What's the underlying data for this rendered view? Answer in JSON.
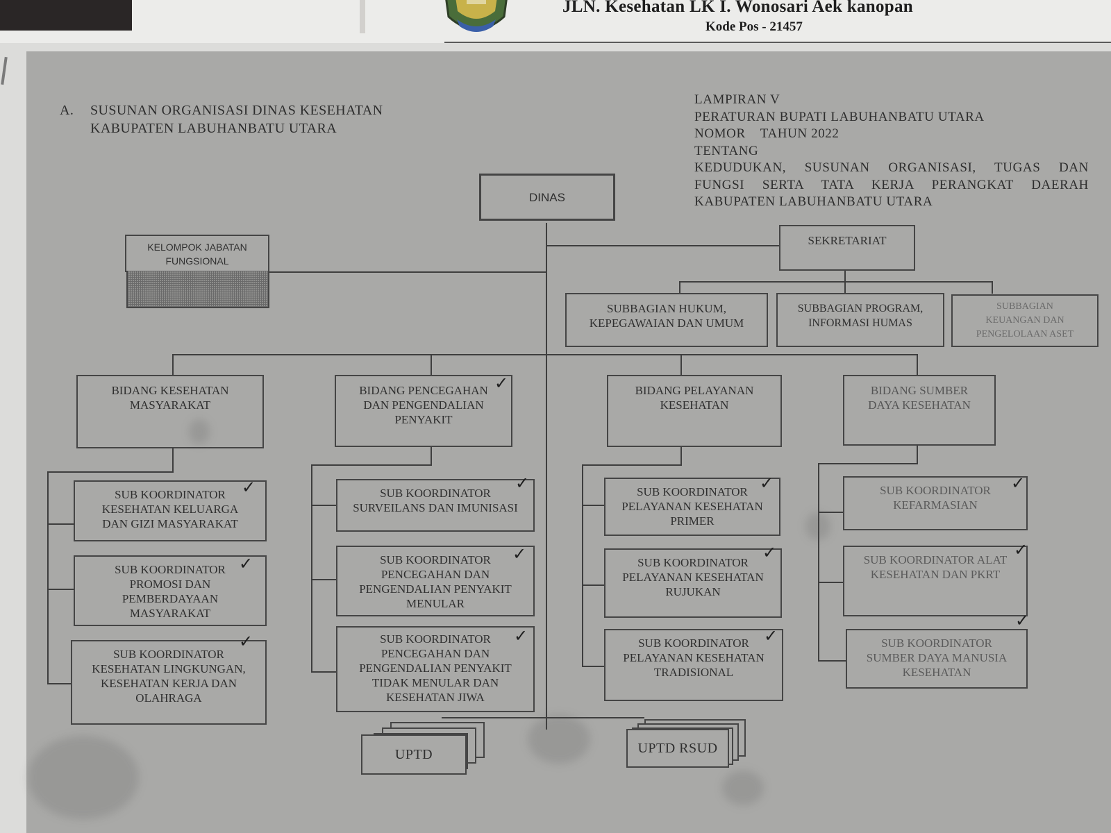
{
  "header": {
    "address": "JLN. Kesehatan LK I. Wonosari Aek kanopan",
    "postal_code": "Kode Pos - 21457"
  },
  "title": {
    "marker": "A.",
    "line1": "SUSUNAN ORGANISASI DINAS KESEHATAN",
    "line2": "KABUPATEN LABUHANBATU UTARA"
  },
  "lampiran": {
    "lines": [
      "LAMPIRAN V",
      "PERATURAN BUPATI LABUHANBATU UTARA",
      "NOMOR    TAHUN 2022",
      "TENTANG",
      "KEDUDUKAN, SUSUNAN ORGANISASI, TUGAS DAN",
      "FUNGSI SERTA TATA KERJA PERANGKAT DAERAH",
      "KABUPATEN LABUHANBATU UTARA"
    ]
  },
  "org": {
    "dinas": "DINAS",
    "kelompok": [
      "KELOMPOK JABATAN",
      "FUNGSIONAL"
    ],
    "sekretariat": "SEKRETARIAT",
    "subbagian": [
      [
        "SUBBAGIAN HUKUM,",
        "KEPEGAWAIAN DAN UMUM"
      ],
      [
        "SUBBAGIAN PROGRAM,",
        "INFORMASI HUMAS"
      ],
      [
        "SUBBAGIAN",
        "KEUANGAN DAN",
        "PENGELOLAAN ASET"
      ]
    ],
    "bidang": [
      {
        "name": [
          "BIDANG KESEHATAN",
          "MASYARAKAT"
        ],
        "subs": [
          [
            "SUB KOORDINATOR",
            "KESEHATAN KELUARGA",
            "DAN GIZI MASYARAKAT"
          ],
          [
            "SUB KOORDINATOR",
            "PROMOSI DAN",
            "PEMBERDAYAAN",
            "MASYARAKAT"
          ],
          [
            "SUB KOORDINATOR",
            "KESEHATAN LINGKUNGAN,",
            "KESEHATAN KERJA DAN",
            "OLAHRAGA"
          ]
        ]
      },
      {
        "name": [
          "BIDANG PENCEGAHAN",
          "DAN PENGENDALIAN",
          "PENYAKIT"
        ],
        "subs": [
          [
            "SUB KOORDINATOR",
            "SURVEILANS DAN IMUNISASI"
          ],
          [
            "SUB KOORDINATOR",
            "PENCEGAHAN DAN",
            "PENGENDALIAN PENYAKIT",
            "MENULAR"
          ],
          [
            "SUB KOORDINATOR",
            "PENCEGAHAN DAN",
            "PENGENDALIAN PENYAKIT",
            "TIDAK MENULAR DAN",
            "KESEHATAN JIWA"
          ]
        ]
      },
      {
        "name": [
          "BIDANG PELAYANAN",
          "KESEHATAN"
        ],
        "subs": [
          [
            "SUB KOORDINATOR",
            "PELAYANAN KESEHATAN",
            "PRIMER"
          ],
          [
            "SUB KOORDINATOR",
            "PELAYANAN KESEHATAN",
            "RUJUKAN"
          ],
          [
            "SUB KOORDINATOR",
            "PELAYANAN KESEHATAN",
            "TRADISIONAL"
          ]
        ]
      },
      {
        "name": [
          "BIDANG SUMBER",
          "DAYA KESEHATAN"
        ],
        "subs": [
          [
            "SUB KOORDINATOR",
            "KEFARMASIAN"
          ],
          [
            "SUB KOORDINATOR ALAT",
            "KESEHATAN DAN PKRT"
          ],
          [
            "SUB KOORDINATOR",
            "SUMBER DAYA MANUSIA",
            "KESEHATAN"
          ]
        ]
      }
    ],
    "uptd": "UPTD",
    "uptd_rsud": "UPTD RSUD"
  },
  "marks": {
    "check": "✓",
    "check_count": 13
  }
}
